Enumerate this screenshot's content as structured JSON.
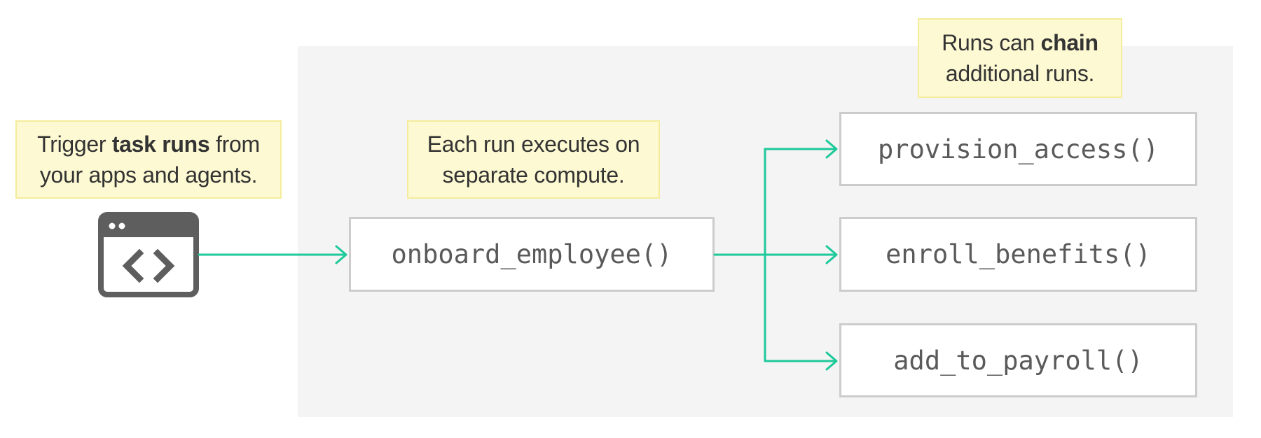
{
  "notes": {
    "trigger": {
      "pre": "Trigger ",
      "bold": "task runs",
      "post": " from",
      "line2": "your apps and agents."
    },
    "compute": {
      "line1": "Each run executes on",
      "line2": "separate compute."
    },
    "chain": {
      "pre": "Runs can ",
      "bold": "chain",
      "line2": "additional runs."
    }
  },
  "functions": {
    "onboard": "onboard_employee()",
    "provision": "provision_access()",
    "enroll": "enroll_benefits()",
    "payroll": "add_to_payroll()"
  },
  "colors": {
    "arrow": "#1ec99a",
    "icon": "#5e5e5e",
    "panel": "#f4f4f4",
    "note_bg": "#fdf9d2",
    "note_border": "#f4ec9b",
    "box_border": "#cccccc"
  },
  "icons": {
    "app": "browser-code-icon"
  }
}
